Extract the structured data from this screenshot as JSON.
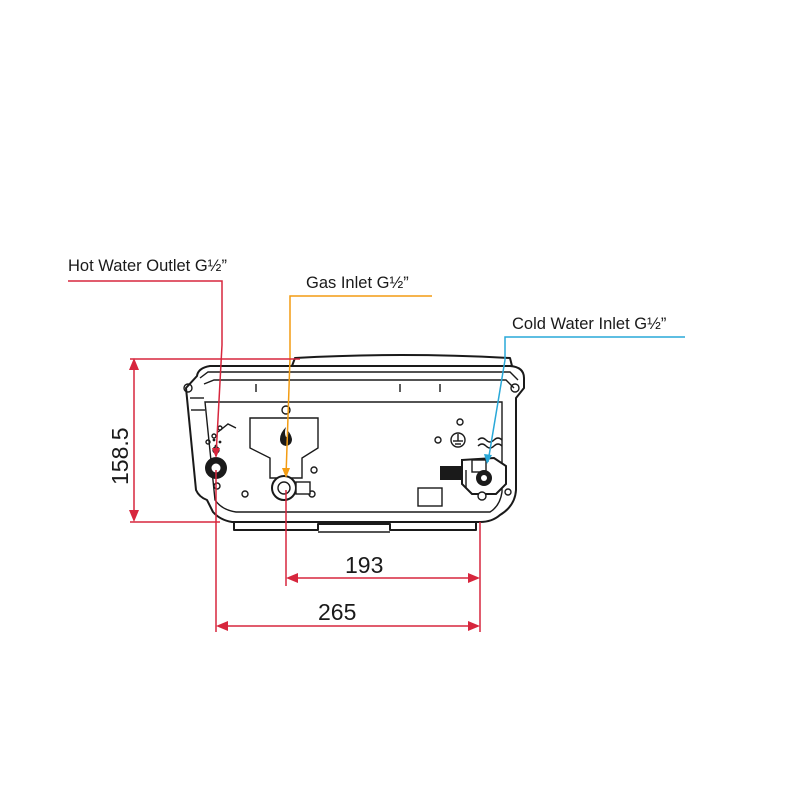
{
  "colors": {
    "hot": "#d7263d",
    "gas": "#f39c12",
    "cold": "#29a8d8",
    "outline": "#1a1a1a"
  },
  "labels": {
    "hot_water": "Hot Water Outlet G½”",
    "gas": "Gas Inlet G½”",
    "cold_water": "Cold Water Inlet G½”"
  },
  "dimensions": {
    "height": "158.5",
    "gas_to_cold": "193",
    "hot_to_cold": "265"
  },
  "icons": [
    "shower-icon",
    "flame-icon",
    "ground-icon",
    "water-wave-icon"
  ]
}
